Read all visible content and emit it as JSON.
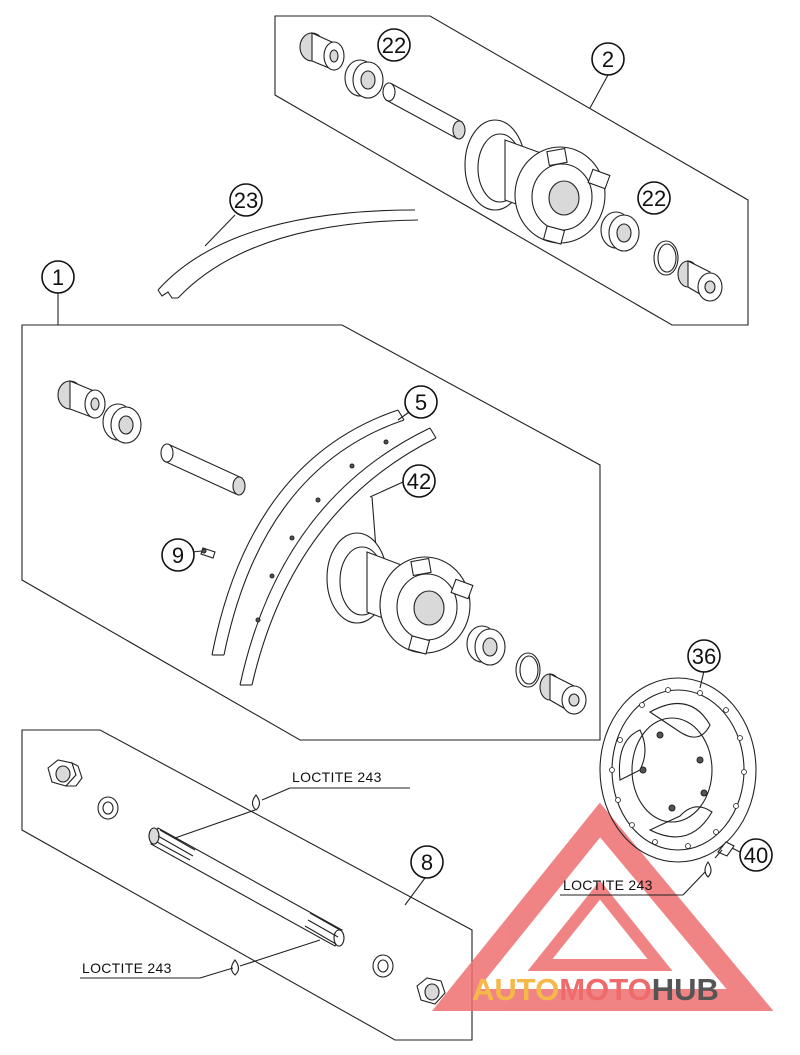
{
  "callouts": {
    "c1": "1",
    "c2": "2",
    "c5": "5",
    "c8": "8",
    "c9": "9",
    "c22a": "22",
    "c22b": "22",
    "c23": "23",
    "c36": "36",
    "c40": "40",
    "c42": "42"
  },
  "notes": {
    "loctite_axle_top": "LOCTITE 243",
    "loctite_axle_bottom": "LOCTITE 243",
    "loctite_disc_bolt": "LOCTITE 243"
  },
  "watermark": {
    "part1": "AUTO",
    "part2": "MOTO",
    "part3": "HUB",
    "color_auto": "#f5b94a",
    "color_moto": "#ef6b6b",
    "color_hub": "#555555",
    "logo_color": "#ee6e6e"
  }
}
